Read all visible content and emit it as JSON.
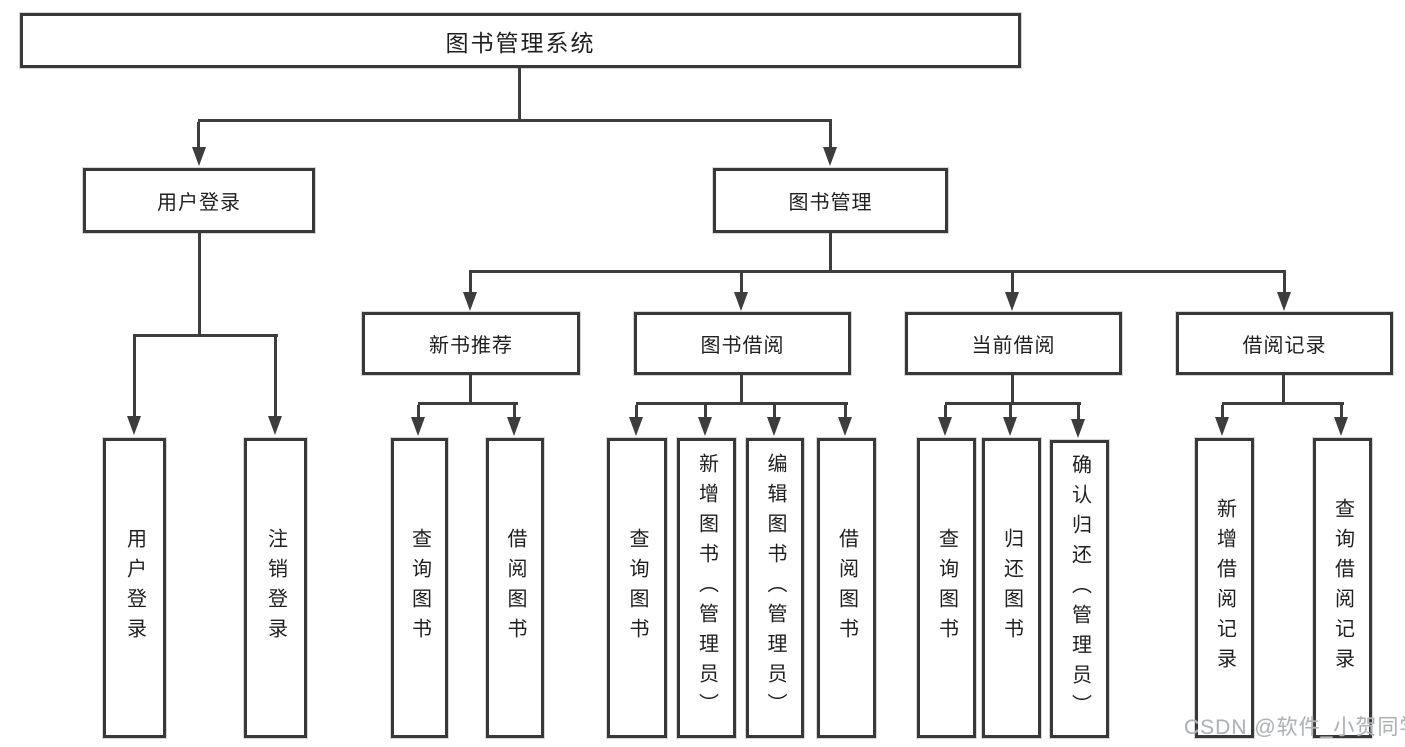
{
  "colors": {
    "background": "#ffffff",
    "box_border": "#383838",
    "connector_line": "#3d3d3d",
    "text": "#1f1f1f",
    "watermark_text": "#aeb2b4"
  },
  "tree": {
    "root": "图书管理系统",
    "login": {
      "label": "用户登录",
      "children": [
        "用户登录",
        "注销登录"
      ]
    },
    "mgmt": {
      "label": "图书管理",
      "groups": [
        {
          "label": "新书推荐",
          "children": [
            "查询图书",
            "借阅图书"
          ]
        },
        {
          "label": "图书借阅",
          "children": [
            "查询图书",
            "新增图书（管理员）",
            "编辑图书（管理员）",
            "借阅图书"
          ]
        },
        {
          "label": "当前借阅",
          "children": [
            "查询图书",
            "归还图书",
            "确认归还（管理员）"
          ]
        },
        {
          "label": "借阅记录",
          "children": [
            "新增借阅记录",
            "查询借阅记录"
          ]
        }
      ]
    }
  },
  "watermark": "CSDN @软件_小贺同学"
}
